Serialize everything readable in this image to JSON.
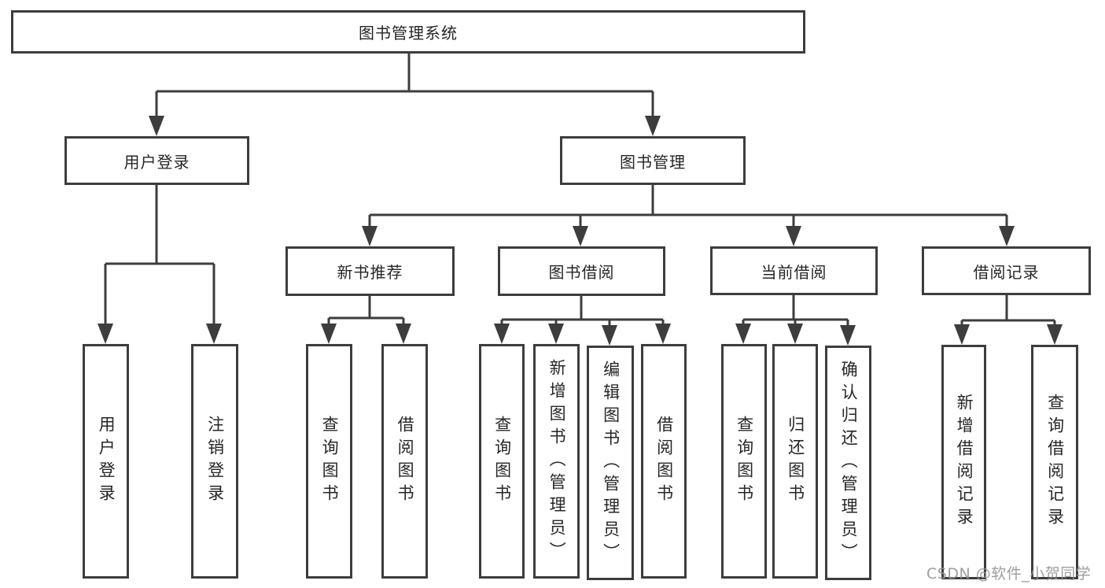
{
  "tree": {
    "root": {
      "label": "图书管理系统",
      "children": [
        {
          "label": "用户登录",
          "children": [
            {
              "label": "用户登录"
            },
            {
              "label": "注销登录"
            }
          ]
        },
        {
          "label": "图书管理",
          "children": [
            {
              "label": "新书推荐",
              "children": [
                {
                  "label": "查询图书"
                },
                {
                  "label": "借阅图书"
                }
              ]
            },
            {
              "label": "图书借阅",
              "children": [
                {
                  "label": "查询图书"
                },
                {
                  "label": "新增图书（管理员）"
                },
                {
                  "label": "编辑图书（管理员）"
                },
                {
                  "label": "借阅图书"
                }
              ]
            },
            {
              "label": "当前借阅",
              "children": [
                {
                  "label": "查询图书"
                },
                {
                  "label": "归还图书"
                },
                {
                  "label": "确认归还（管理员）"
                }
              ]
            },
            {
              "label": "借阅记录",
              "children": [
                {
                  "label": "新增借阅记录"
                },
                {
                  "label": "查询借阅记录"
                }
              ]
            }
          ]
        }
      ]
    }
  },
  "watermark": {
    "text": "CSDN @软件_小贺同学"
  },
  "colors": {
    "line": "#3d3d3d",
    "text": "#262626",
    "background": "#ffffff",
    "watermark": "#949496"
  }
}
